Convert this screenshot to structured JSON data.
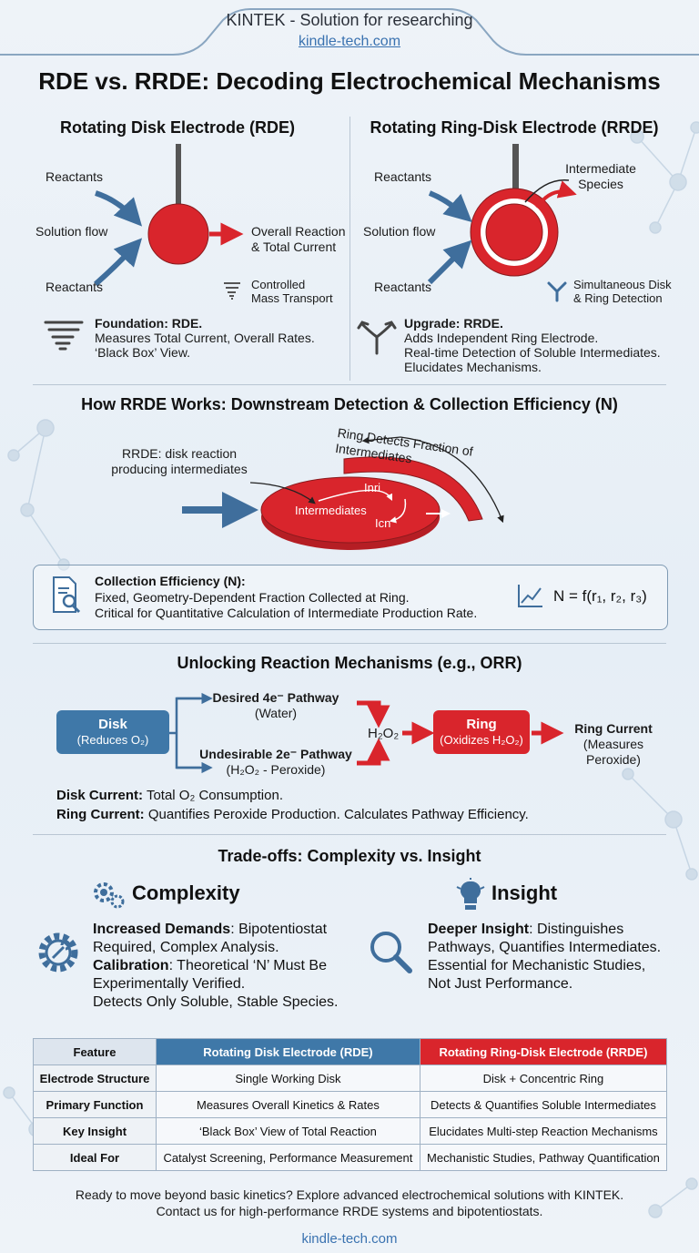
{
  "header": {
    "brand": "KINTEK - Solution for researching",
    "url": "kindle-tech.com",
    "title": "RDE vs. RRDE: Decoding Electrochemical Mechanisms"
  },
  "rde": {
    "title": "Rotating Disk Electrode (RDE)",
    "reactants_top": "Reactants",
    "solution_flow": "Solution flow",
    "reactants_bottom": "Reactants",
    "overall_l1": "Overall Reaction",
    "overall_l2": "& Total Current",
    "mass_l1": "Controlled",
    "mass_l2": "Mass Transport",
    "found_title": "Foundation: RDE.",
    "found_l1": "Measures Total Current, Overall Rates.",
    "found_l2": "‘Black Box’ View."
  },
  "rrde": {
    "title": "Rotating Ring-Disk Electrode (RRDE)",
    "reactants_top": "Reactants",
    "solution_flow": "Solution flow",
    "reactants_bottom": "Reactants",
    "inter_l1": "Intermediate",
    "inter_l2": "Species",
    "simul_l1": "Simultaneous Disk",
    "simul_l2": "& Ring Detection",
    "up_title": "Upgrade: RRDE.",
    "up_l1": "Adds Independent Ring Electrode.",
    "up_l2": "Real-time Detection of Soluble Intermediates.",
    "up_l3": "Elucidates Mechanisms."
  },
  "how": {
    "title": "How RRDE Works: Downstream Detection & Collection Efficiency (N)",
    "ring_detects": "Ring Detects Fraction of Intermediates",
    "disk_l1": "RRDE: disk reaction",
    "disk_l2": "producing intermediates",
    "intermediates": "Intermediates",
    "inn": "Inri",
    "icn": "Icn",
    "ce_title": "Collection Efficiency (N):",
    "ce_l1": "Fixed, Geometry-Dependent Fraction Collected at Ring.",
    "ce_l2": "Critical for Quantitative Calculation of Intermediate Production Rate.",
    "formula": "N = f(r₁, r₂, r₃)"
  },
  "mech": {
    "title": "Unlocking Reaction Mechanisms (e.g., ORR)",
    "disk_title": "Disk",
    "disk_sub": "(Reduces O₂)",
    "p4_l1": "Desired 4e⁻ Pathway",
    "p4_l2": "(Water)",
    "p2_l1": "Undesirable 2e⁻ Pathway",
    "p2_l2": "(H₂O₂ - Peroxide)",
    "h2o2": "H₂O₂",
    "ring_title": "Ring",
    "ring_sub": "(Oxidizes H₂O₂)",
    "rc_l1": "Ring Current",
    "rc_l2": "(Measures Peroxide)",
    "disk_current_label": "Disk Current:",
    "disk_current_text": "Total O₂ Consumption.",
    "ring_current_label": "Ring Current:",
    "ring_current_text": "Quantifies Peroxide Production. Calculates Pathway Efficiency."
  },
  "tradeoff": {
    "title": "Trade-offs: Complexity vs. Insight",
    "complexity": "Complexity",
    "insight": "Insight",
    "c_l1a": "Increased Demands",
    "c_l1b": ": Bipotentiostat",
    "c_l2": "Required, Complex Analysis.",
    "c_l3a": "Calibration",
    "c_l3b": ": Theoretical ‘N’ Must Be",
    "c_l4": "Experimentally Verified.",
    "c_l5": "Detects Only Soluble, Stable Species.",
    "i_l1a": "Deeper Insight",
    "i_l1b": ": Distinguishes",
    "i_l2": "Pathways, Quantifies Intermediates.",
    "i_l3": "Essential for Mechanistic Studies,",
    "i_l4": "Not Just Performance."
  },
  "table": {
    "headers": [
      "Feature",
      "Rotating Disk Electrode (RDE)",
      "Rotating Ring-Disk Electrode (RRDE)"
    ],
    "rows": [
      [
        "Electrode Structure",
        "Single Working Disk",
        "Disk + Concentric Ring"
      ],
      [
        "Primary Function",
        "Measures Overall Kinetics & Rates",
        "Detects & Quantifies Soluble Intermediates"
      ],
      [
        "Key Insight",
        "‘Black Box’ View of Total Reaction",
        "Elucidates Multi-step Reaction Mechanisms"
      ],
      [
        "Ideal For",
        "Catalyst Screening, Performance Measurement",
        "Mechanistic Studies, Pathway Quantification"
      ]
    ]
  },
  "footer": {
    "cta_l1": "Ready to move beyond basic kinetics? Explore advanced electrochemical solutions with KINTEK.",
    "cta_l2": "Contact us for high-performance RRDE systems and bipotentiostats.",
    "url": "kindle-tech.com"
  },
  "colors": {
    "red": "#d9252c",
    "blue": "#3f78a8",
    "dark": "#111111"
  }
}
